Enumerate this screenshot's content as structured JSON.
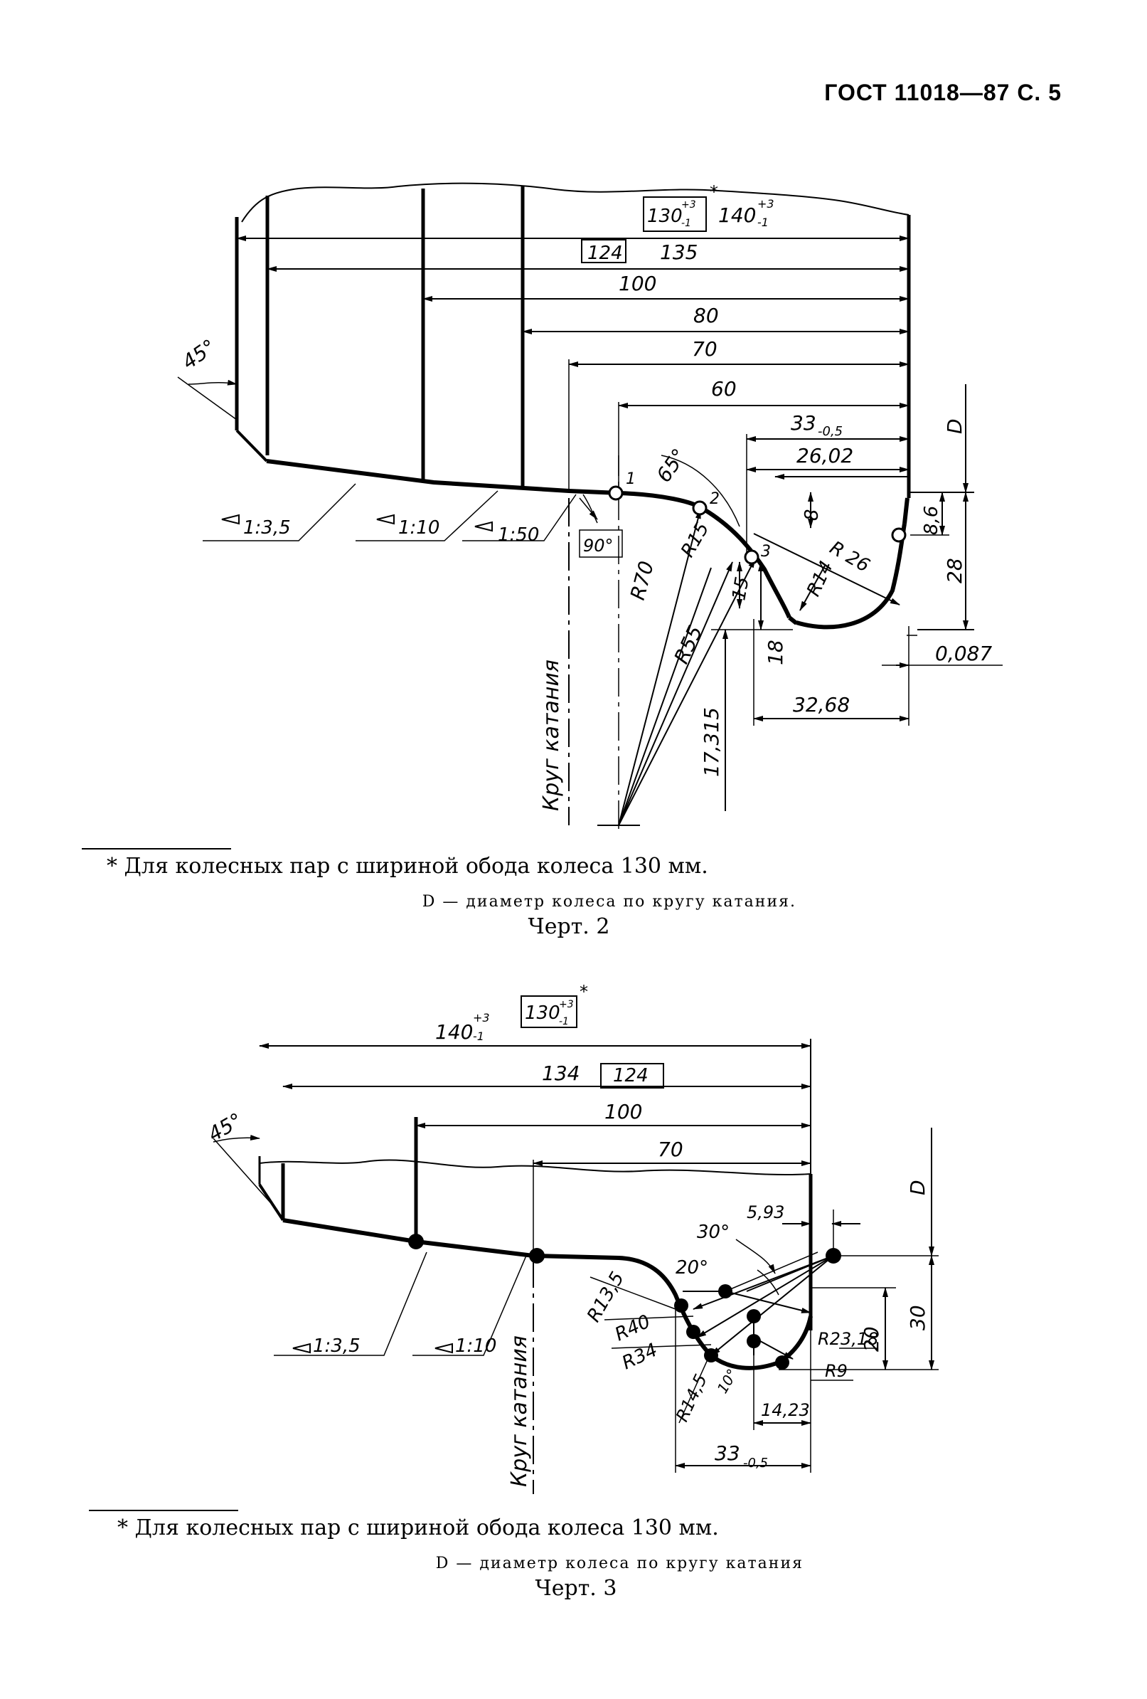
{
  "header": "ГОСТ 11018—87 С. 5",
  "fig2": {
    "dims": [
      "130",
      "+3",
      "-1",
      "*",
      "140",
      "+3",
      "-1",
      "124",
      "135",
      "100",
      "80",
      "70",
      "60",
      "33",
      "-0,5",
      "26,02",
      "D",
      "8",
      "8,6",
      "28",
      "0,087",
      "32,68",
      "18",
      "17,315",
      "15",
      "R15",
      "R70",
      "R55",
      "R14",
      "R 26",
      "65°",
      "90°",
      "45°",
      "1:3,5",
      "1:10",
      "1:50",
      "1",
      "2",
      "3"
    ],
    "rolling_circle": "Круг катания",
    "footnote": "* Для колесных пар с шириной обода колеса 130 мм.",
    "d_note": "D — диаметр колеса по кругу катания.",
    "caption": "Черт. 2"
  },
  "fig3": {
    "dims": [
      "140",
      "+3",
      "-1",
      "130",
      "+3",
      "-1",
      "*",
      "134",
      "124",
      "100",
      "70",
      "5,93",
      "30°",
      "20°",
      "D",
      "30",
      "20",
      "R13,5",
      "R40",
      "R34",
      "R14,5",
      "10°",
      "14,23",
      "R23,18",
      "R9",
      "33",
      "-0,5",
      "45°",
      "1:3,5",
      "1:10"
    ],
    "rolling_circle": "Круг катания",
    "footnote": "* Для колесных пар с шириной обода колеса 130 мм.",
    "d_note": "D — диаметр колеса по кругу катания",
    "caption": "Черт. 3"
  }
}
